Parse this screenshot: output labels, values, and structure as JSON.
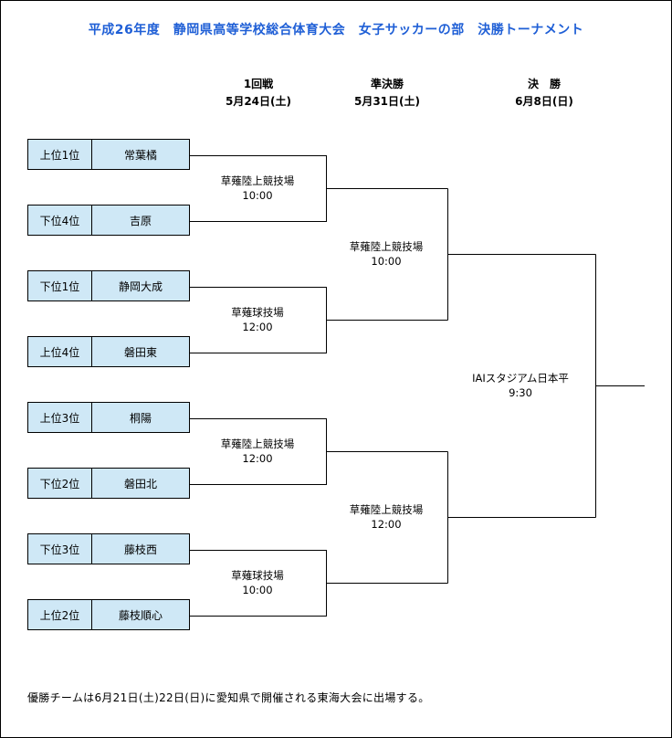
{
  "title": "平成26年度　静岡県高等学校総合体育大会　女子サッカーの部　決勝トーナメント",
  "rounds": [
    {
      "name": "1回戦",
      "date": "5月24日(土)"
    },
    {
      "name": "準決勝",
      "date": "5月31日(土)"
    },
    {
      "name": "決　勝",
      "date": "6月8日(日)"
    }
  ],
  "teams": [
    {
      "rank": "上位1位",
      "name": "常葉橘"
    },
    {
      "rank": "下位4位",
      "name": "吉原"
    },
    {
      "rank": "下位1位",
      "name": "静岡大成"
    },
    {
      "rank": "上位4位",
      "name": "磐田東"
    },
    {
      "rank": "上位3位",
      "name": "桐陽"
    },
    {
      "rank": "下位2位",
      "name": "磐田北"
    },
    {
      "rank": "下位3位",
      "name": "藤枝西"
    },
    {
      "rank": "上位2位",
      "name": "藤枝順心"
    }
  ],
  "venues": {
    "r1": [
      {
        "place": "草薙陸上競技場",
        "time": "10:00"
      },
      {
        "place": "草薙球技場",
        "time": "12:00"
      },
      {
        "place": "草薙陸上競技場",
        "time": "12:00"
      },
      {
        "place": "草薙球技場",
        "time": "10:00"
      }
    ],
    "semi": [
      {
        "place": "草薙陸上競技場",
        "time": "10:00"
      },
      {
        "place": "草薙陸上競技場",
        "time": "12:00"
      }
    ],
    "final": {
      "place": "IAIスタジアム日本平",
      "time": "9:30"
    }
  },
  "footer": "優勝チームは6月21日(土)22日(日)に愛知県で開催される東海大会に出場する。"
}
